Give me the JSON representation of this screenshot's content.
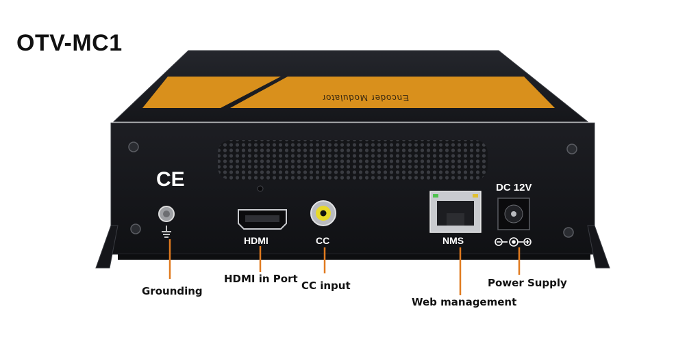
{
  "title": "OTV-MC1",
  "top_label": "Encoder Modulator",
  "panel": {
    "ce_mark": "CE",
    "dc_label": "DC 12V",
    "port_labels": {
      "hdmi": "HDMI",
      "cc": "CC",
      "nms": "NMS"
    }
  },
  "callouts": {
    "grounding": "Grounding",
    "hdmi_in": "HDMI in Port",
    "cc_input": "CC input",
    "web_management": "Web management",
    "power_supply": "Power Supply"
  },
  "colors": {
    "chassis": "#1c1d22",
    "accent": "#d9901c",
    "callout_line": "#e07a1f"
  }
}
